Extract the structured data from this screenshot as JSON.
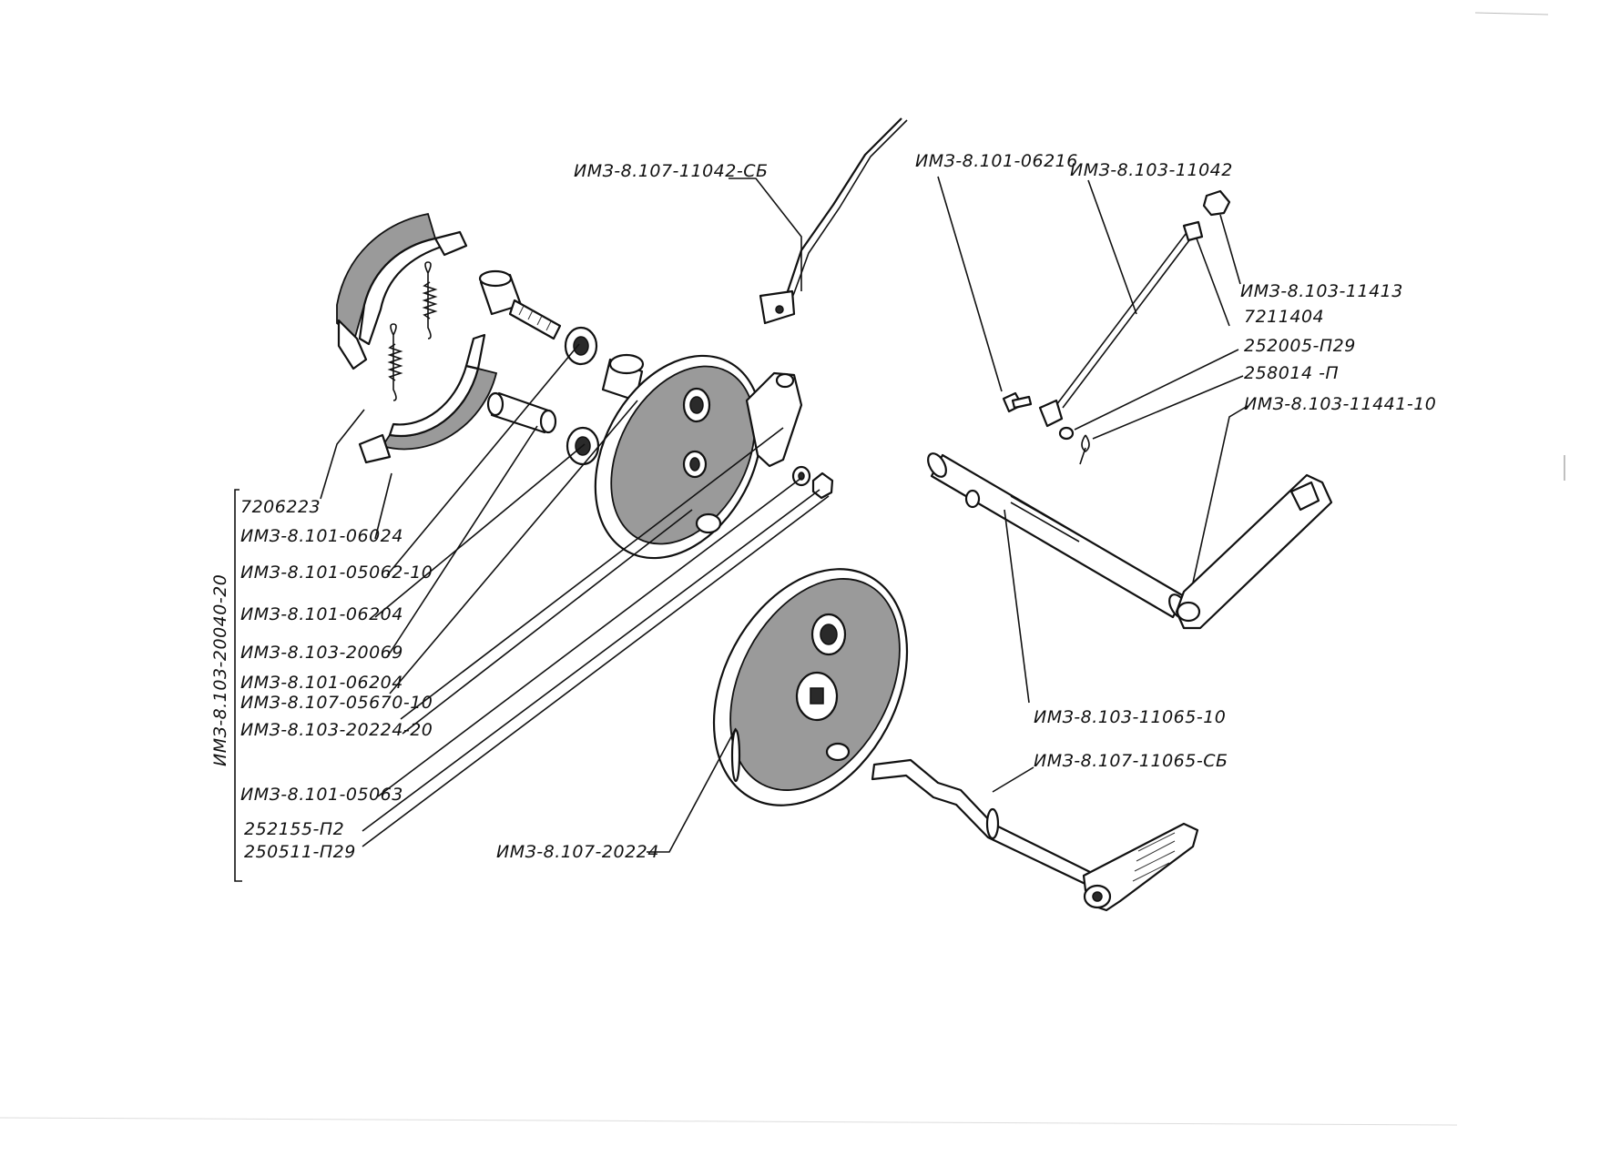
{
  "labels": {
    "lever_rod_top": "ИМЗ-8.107-11042-СБ",
    "clevis_pin": "ИМЗ-8.101-06216",
    "brake_rod": "ИМЗ-8.103-11042",
    "rod_nut": "ИМЗ-8.103-11413",
    "part_7211404": "7211404",
    "washer_252005": "252005-П29",
    "cotter_258014": "258014 -П",
    "rear_lever": "ИМЗ-8.103-11441-10",
    "shaft": "ИМЗ-8.103-11065-10",
    "pedal_assembly": "ИМЗ-8.107-11065-СБ",
    "backing_plate_lower": "ИМЗ-8.107-20224",
    "group_assembly": "ИМЗ-8.103-20040-20",
    "list_7206223": "7206223",
    "list_shoe": "ИМЗ-8.101-06024",
    "list_cam": "ИМЗ-8.101-05062-10",
    "list_bushing1": "ИМЗ-8.101-06204",
    "list_axle": "ИМЗ-8.103-20069",
    "list_bushing2": "ИМЗ-8.101-06204",
    "list_lever": "ИМЗ-8.107-05670-10",
    "list_plate": "ИМЗ-8.103-20224-20",
    "list_spring": "ИМЗ-8.101-05063",
    "list_washer": "252155-П2",
    "list_nut": "250511-П29"
  },
  "colors": {
    "ink": "#111111",
    "paper": "#ffffff",
    "shade": "#2a2a2a"
  }
}
